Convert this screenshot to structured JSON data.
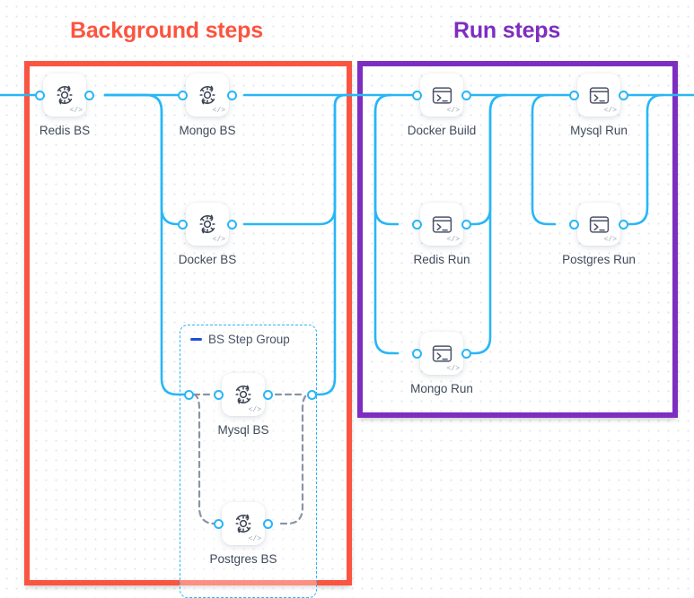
{
  "canvas": {
    "background_dot_color": "#dfe5e8",
    "connector_color": "#29b6f6",
    "dashed_connector_color": "#8b93a5"
  },
  "sections": [
    {
      "id": "background-steps",
      "title": "Background steps",
      "color": "#fb5440"
    },
    {
      "id": "run-steps",
      "title": "Run steps",
      "color": "#7d2ec0"
    }
  ],
  "step_group": {
    "label": "BS Step Group",
    "collapse_icon": "dash-icon",
    "border_color": "#29b6f6"
  },
  "nodes": [
    {
      "id": "redis-bs",
      "label": "Redis BS",
      "icon": "gear-sync-icon",
      "code_tag": "</>",
      "section": "background-steps"
    },
    {
      "id": "mongo-bs",
      "label": "Mongo BS",
      "icon": "gear-sync-icon",
      "code_tag": "</>",
      "section": "background-steps"
    },
    {
      "id": "docker-bs",
      "label": "Docker BS",
      "icon": "gear-sync-icon",
      "code_tag": "</>",
      "section": "background-steps"
    },
    {
      "id": "mysql-bs",
      "label": "Mysql BS",
      "icon": "gear-sync-icon",
      "code_tag": "</>",
      "section": "background-steps"
    },
    {
      "id": "postgres-bs",
      "label": "Postgres BS",
      "icon": "gear-sync-icon",
      "code_tag": "</>",
      "section": "background-steps"
    },
    {
      "id": "docker-build",
      "label": "Docker Build",
      "icon": "terminal-icon",
      "code_tag": "</>",
      "section": "run-steps"
    },
    {
      "id": "mysql-run",
      "label": "Mysql Run",
      "icon": "terminal-icon",
      "code_tag": "</>",
      "section": "run-steps"
    },
    {
      "id": "redis-run",
      "label": "Redis Run",
      "icon": "terminal-icon",
      "code_tag": "</>",
      "section": "run-steps"
    },
    {
      "id": "postgres-run",
      "label": "Postgres Run",
      "icon": "terminal-icon",
      "code_tag": "</>",
      "section": "run-steps"
    },
    {
      "id": "mongo-run",
      "label": "Mongo Run",
      "icon": "terminal-icon",
      "code_tag": "</>",
      "section": "run-steps"
    }
  ]
}
